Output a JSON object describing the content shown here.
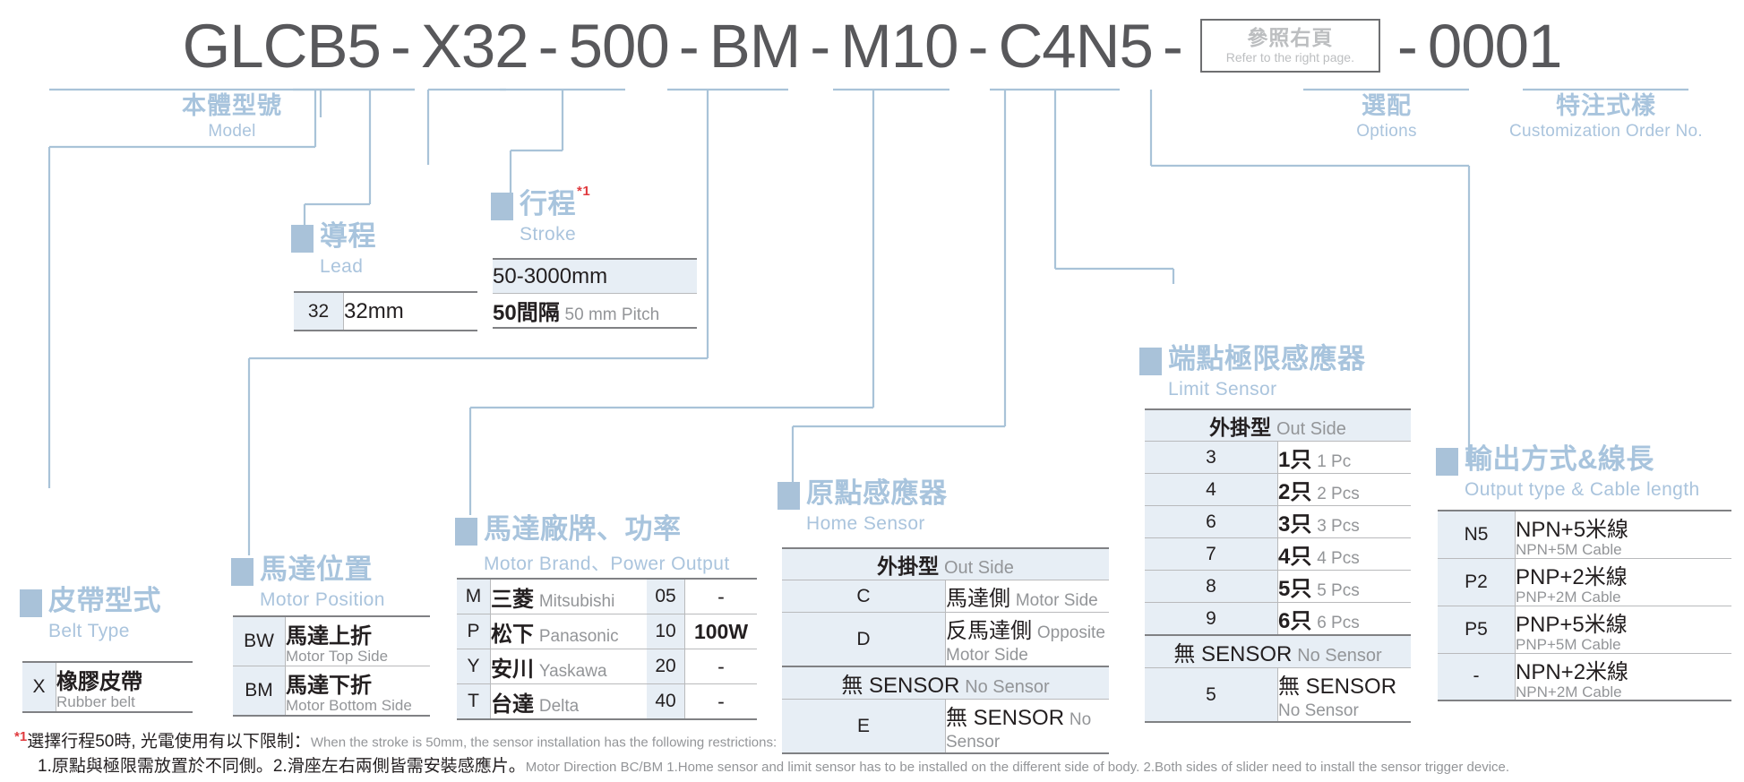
{
  "model_code": {
    "segments": [
      "GLCB5",
      "X32",
      "500",
      "BM",
      "M10",
      "C4N5"
    ],
    "option_box": {
      "cn": "參照右頁",
      "en": "Refer to the right page."
    },
    "suffix": "0001",
    "separator": "-"
  },
  "top_labels": {
    "model": {
      "cn": "本體型號",
      "en": "Model"
    },
    "options": {
      "cn": "選配",
      "en": "Options"
    },
    "customization": {
      "cn": "特注式樣",
      "en": "Customization Order No."
    }
  },
  "sections": {
    "lead": {
      "cn": "導程",
      "en": "Lead"
    },
    "stroke": {
      "cn": "行程",
      "en": "Stroke",
      "note_marker": "*1"
    },
    "belt_type": {
      "cn": "皮帶型式",
      "en": "Belt Type"
    },
    "motor_position": {
      "cn": "馬達位置",
      "en": "Motor Position"
    },
    "motor_brand": {
      "cn": "馬達廠牌、功率",
      "en": "Motor Brand、Power Output"
    },
    "home_sensor": {
      "cn": "原點感應器",
      "en": "Home Sensor"
    },
    "limit_sensor": {
      "cn": "端點極限感應器",
      "en": "Limit Sensor"
    },
    "output_type": {
      "cn": "輸出方式&線長",
      "en": "Output type & Cable length"
    }
  },
  "tables": {
    "lead": {
      "rows": [
        {
          "code": "32",
          "value": "32mm"
        }
      ]
    },
    "stroke": {
      "range": "50-3000mm",
      "pitch_cn": "50間隔",
      "pitch_en": "50 mm Pitch"
    },
    "belt_type": {
      "rows": [
        {
          "code": "X",
          "cn": "橡膠皮帶",
          "en": "Rubber belt"
        }
      ]
    },
    "motor_position": {
      "rows": [
        {
          "code": "BW",
          "cn": "馬達上折",
          "en": "Motor Top Side"
        },
        {
          "code": "BM",
          "cn": "馬達下折",
          "en": "Motor Bottom Side"
        }
      ]
    },
    "motor_brand": {
      "rows": [
        {
          "code": "M",
          "cn": "三菱",
          "en": "Mitsubishi",
          "power_code": "05",
          "power": "-"
        },
        {
          "code": "P",
          "cn": "松下",
          "en": "Panasonic",
          "power_code": "10",
          "power": "100W"
        },
        {
          "code": "Y",
          "cn": "安川",
          "en": "Yaskawa",
          "power_code": "20",
          "power": "-"
        },
        {
          "code": "T",
          "cn": "台達",
          "en": "Delta",
          "power_code": "40",
          "power": "-"
        }
      ]
    },
    "home_sensor": {
      "header": {
        "cn": "外掛型",
        "en": "Out Side"
      },
      "rows": [
        {
          "code": "C",
          "cn": "馬達側",
          "en": "Motor Side"
        },
        {
          "code": "D",
          "cn": "反馬達側",
          "en": "Opposite Motor Side"
        }
      ],
      "nosensor_header": {
        "cn": "無 SENSOR",
        "en": "No Sensor"
      },
      "nosensor_rows": [
        {
          "code": "E",
          "cn": "無 SENSOR",
          "en": "No Sensor"
        }
      ]
    },
    "limit_sensor": {
      "header": {
        "cn": "外掛型",
        "en": "Out Side"
      },
      "rows": [
        {
          "code": "3",
          "cn": "1只",
          "en": "1 Pc"
        },
        {
          "code": "4",
          "cn": "2只",
          "en": "2 Pcs"
        },
        {
          "code": "6",
          "cn": "3只",
          "en": "3 Pcs"
        },
        {
          "code": "7",
          "cn": "4只",
          "en": "4 Pcs"
        },
        {
          "code": "8",
          "cn": "5只",
          "en": "5 Pcs"
        },
        {
          "code": "9",
          "cn": "6只",
          "en": "6 Pcs"
        }
      ],
      "nosensor_header": {
        "cn": "無 SENSOR",
        "en": "No Sensor"
      },
      "nosensor_rows": [
        {
          "code": "5",
          "cn": "無 SENSOR",
          "en": "No Sensor"
        }
      ]
    },
    "output_type": {
      "rows": [
        {
          "code": "N5",
          "cn": "NPN+5米線",
          "en": "NPN+5M Cable"
        },
        {
          "code": "P2",
          "cn": "PNP+2米線",
          "en": "PNP+2M Cable"
        },
        {
          "code": "P5",
          "cn": "PNP+5米線",
          "en": "PNP+5M Cable"
        },
        {
          "code": "-",
          "cn": "NPN+2米線",
          "en": "NPN+2M Cable"
        }
      ]
    }
  },
  "footnote": {
    "marker": "*1",
    "line1_cn": "選擇行程50時, 光電使用有以下限制：",
    "line1_en": "When the stroke is 50mm, the sensor installation has  the following restrictions:",
    "line2_cn": "1.原點與極限需放置於不同側。2.滑座左右兩側皆需安裝感應片。",
    "line2_en": "Motor Direction BC/BM 1.Home sensor and limit sensor has to be installed on the different side of body.  2.Both sides of slider need to install the sensor trigger device."
  },
  "colors": {
    "accent_blue": "#a8c4dd",
    "square_blue": "#a9c2d9",
    "header_fill": "#e7eef5",
    "text_dark": "#58585b",
    "text_black": "#231f20",
    "text_gray": "#939598",
    "note_red": "#e03a3e",
    "line_blue": "#a9c3d8"
  }
}
